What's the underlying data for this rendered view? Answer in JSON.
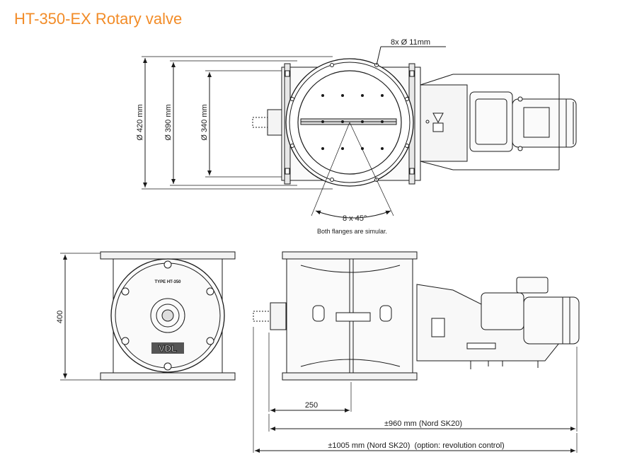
{
  "title": "HT-350-EX Rotary valve",
  "accent_color": "#f28c28",
  "top_view": {
    "dim_outer_diameter": "Ø 420 mm",
    "dim_bolt_circle": "Ø 390 mm",
    "dim_inner_diameter": "Ø 340 mm",
    "dim_bolt_holes": "8x Ø 11mm",
    "dim_bolt_angle": "8 x 45°",
    "note": "Both flanges are simular."
  },
  "front_view": {
    "dim_height": "400",
    "type_plate": "TYPE HT-350",
    "logo": "VDL"
  },
  "side_view": {
    "dim_shaft_offset": "250",
    "dim_length_standard": "±960 mm (Nord SK20)",
    "dim_length_option": "±1005 mm (Nord SK20)  (option: revolution control)"
  }
}
